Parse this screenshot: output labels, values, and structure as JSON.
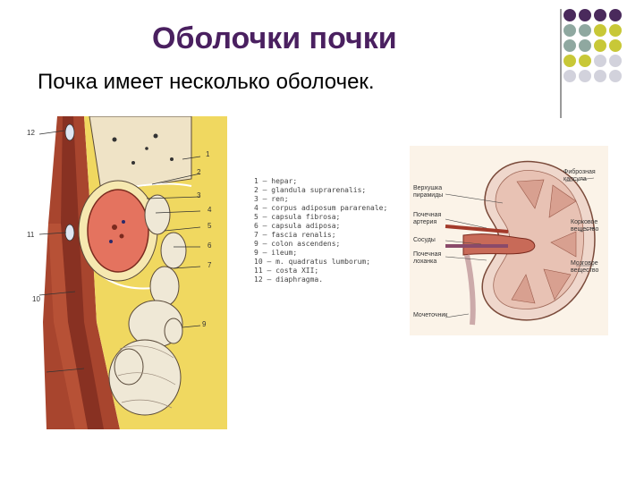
{
  "slide": {
    "title": "Оболочки почки",
    "subtitle": "Почка имеет несколько оболочек."
  },
  "decor": {
    "dot_colors": [
      "#4a2a5c",
      "#8fa8a0",
      "#c8c837",
      "#d2d2dc"
    ]
  },
  "left_figure": {
    "numbers": {
      "n1": "1",
      "n2": "2",
      "n3": "3",
      "n4": "4",
      "n5": "5",
      "n6": "6",
      "n7": "7",
      "n9": "9",
      "n10": "10",
      "n11": "11",
      "n12": "12"
    }
  },
  "legend": [
    "1 – hepar;",
    "2 – glandula suprarenalis;",
    "3 – ren;",
    "4 – corpus adiposum pararenale;",
    "5 – capsula fibrosa;",
    "6 – capsula adiposa;",
    "7 – fascia renalis;",
    "9 – colon ascendens;",
    "9 – ileum;",
    "10 – m. quadratus lumborum;",
    "11 – costa XII;",
    "12 – diaphragma."
  ],
  "right_figure": {
    "labels": {
      "fibrous_capsule": "Фиброзная капсула",
      "renal_papilla": "Верхушка пирамиды",
      "renal_artery": "Почечная артерия",
      "vein": "Сосуды",
      "renal_pelvis": "Почечная лоханка",
      "cortex": "Корковое вещество",
      "medulla": "Мозговое вещество",
      "ureter": "Мочеточник"
    }
  }
}
